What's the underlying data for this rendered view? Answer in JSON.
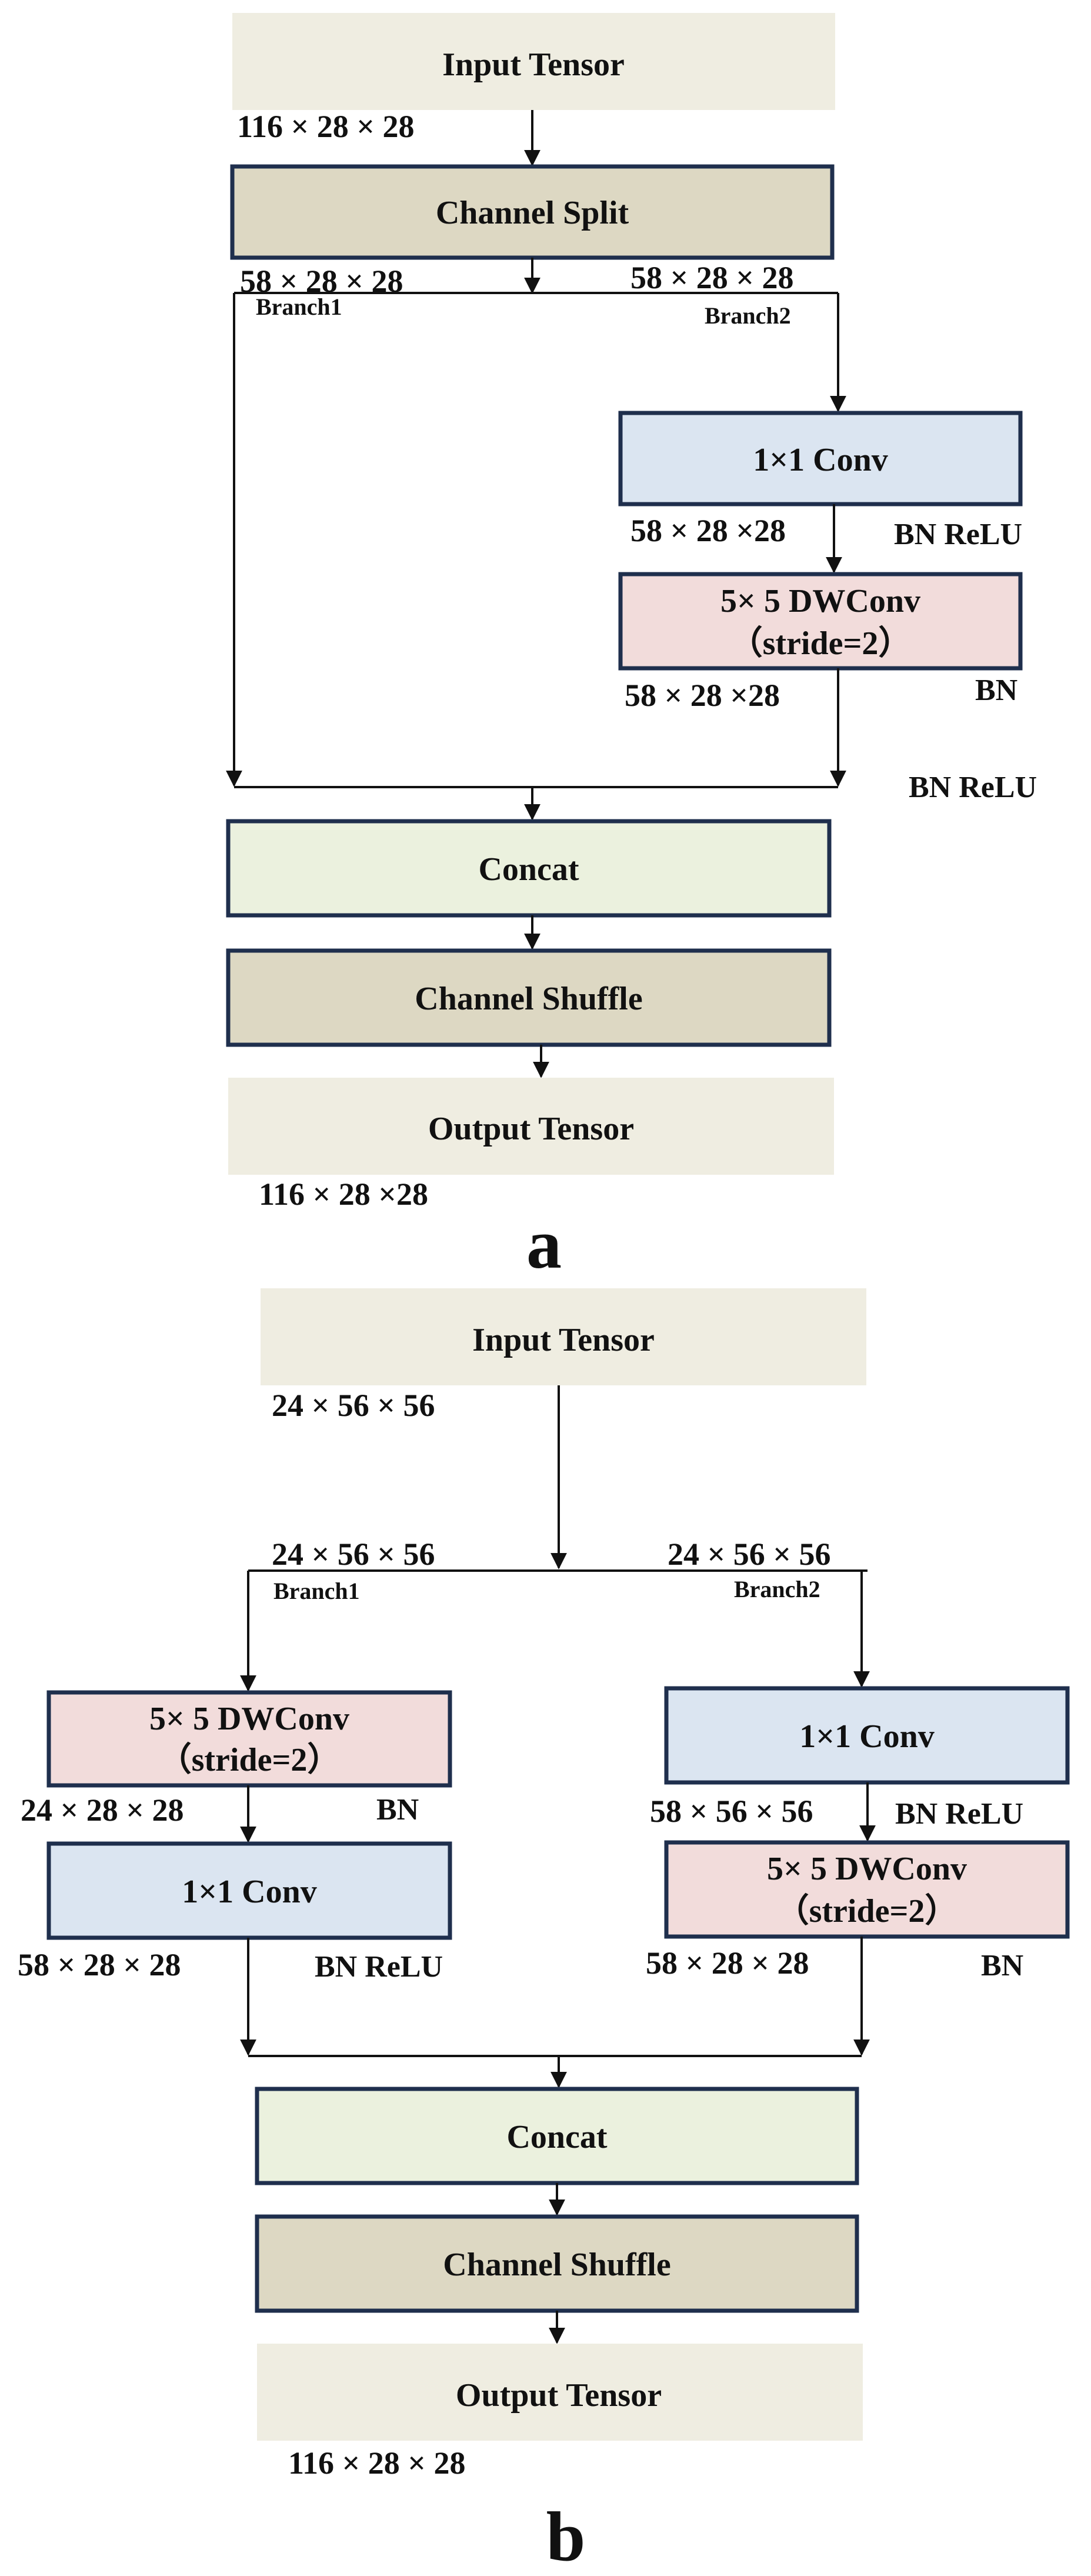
{
  "colors": {
    "io_fill": "#efede1",
    "split_fill": "#ddd8c3",
    "conv_fill": "#dbe5f1",
    "dw_fill": "#f2dcdb",
    "concat_fill": "#ebf1de",
    "border": "#1f2f4d",
    "line": "#111111"
  },
  "panel_a": {
    "label": "a",
    "input": "Input Tensor",
    "input_dim": "116 × 28 × 28",
    "split": "Channel Split",
    "split_dim_left": "58 × 28 × 28",
    "split_dim_right": "58 × 28 × 28",
    "branch1": "Branch1",
    "branch2": "Branch2",
    "conv1x1": "1×1 Conv",
    "conv1x1_dim": "58 × 28 ×28",
    "conv1x1_act": "BN ReLU",
    "dwconv_line1": "5× 5 DWConv",
    "dwconv_line2": "（stride=2）",
    "dwconv_act": "BN",
    "dwconv_dim": "58 × 28 ×28",
    "merge_act": "BN ReLU",
    "concat": "Concat",
    "shuffle": "Channel Shuffle",
    "output": "Output Tensor",
    "output_dim": "116 × 28 ×28"
  },
  "panel_b": {
    "label": "b",
    "input": "Input Tensor",
    "input_dim": "24 × 56 × 56",
    "split_dim_left": "24 × 56 × 56",
    "split_dim_right": "24 × 56 × 56",
    "branch1": "Branch1",
    "branch2": "Branch2",
    "left_dw_line1": "5× 5 DWConv",
    "left_dw_line2": "（stride=2）",
    "left_dw_dim": "24 × 28 × 28",
    "left_dw_act": "BN",
    "left_conv": "1×1 Conv",
    "left_conv_dim": "58 × 28 × 28",
    "left_conv_act": "BN ReLU",
    "right_conv": "1×1 Conv",
    "right_conv_dim": "58 × 56 × 56",
    "right_conv_act": "BN ReLU",
    "right_dw_line1": "5× 5 DWConv",
    "right_dw_line2": "（stride=2）",
    "right_dw_dim": "58 × 28 × 28",
    "right_dw_act": "BN",
    "concat": "Concat",
    "shuffle": "Channel Shuffle",
    "output": "Output Tensor",
    "output_dim": "116 × 28 × 28"
  }
}
